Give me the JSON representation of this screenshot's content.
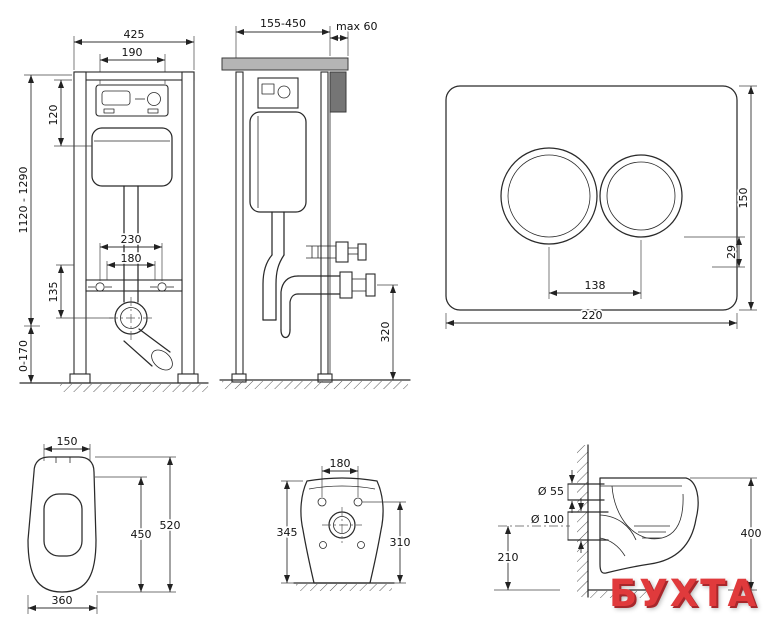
{
  "watermark": {
    "text": "БУХТА",
    "color": "#e03a3c"
  },
  "frame_front": {
    "width_total": "425",
    "width_inner": "190",
    "depth_top": "120",
    "height_range": "1120 - 1290",
    "bolt_spacing": "230",
    "pipe_spacing": "180",
    "drain_offset": "135",
    "foot_adjust": "0-170"
  },
  "frame_side": {
    "depth_range": "155-450",
    "wall_max": "max 60",
    "outlet_height": "320"
  },
  "flush_plate": {
    "height": "150",
    "button_offset": "29",
    "button_spacing": "138",
    "width": "220"
  },
  "bowl_top": {
    "front_width": "150",
    "inner_depth": "450",
    "depth": "520",
    "width": "360"
  },
  "bowl_rear": {
    "bolt_spacing": "180",
    "height_left": "345",
    "height_right": "310"
  },
  "bowl_side": {
    "inlet_diameter": "Ø 55",
    "outlet_diameter": "Ø 100",
    "outlet_height": "210",
    "height": "400"
  }
}
